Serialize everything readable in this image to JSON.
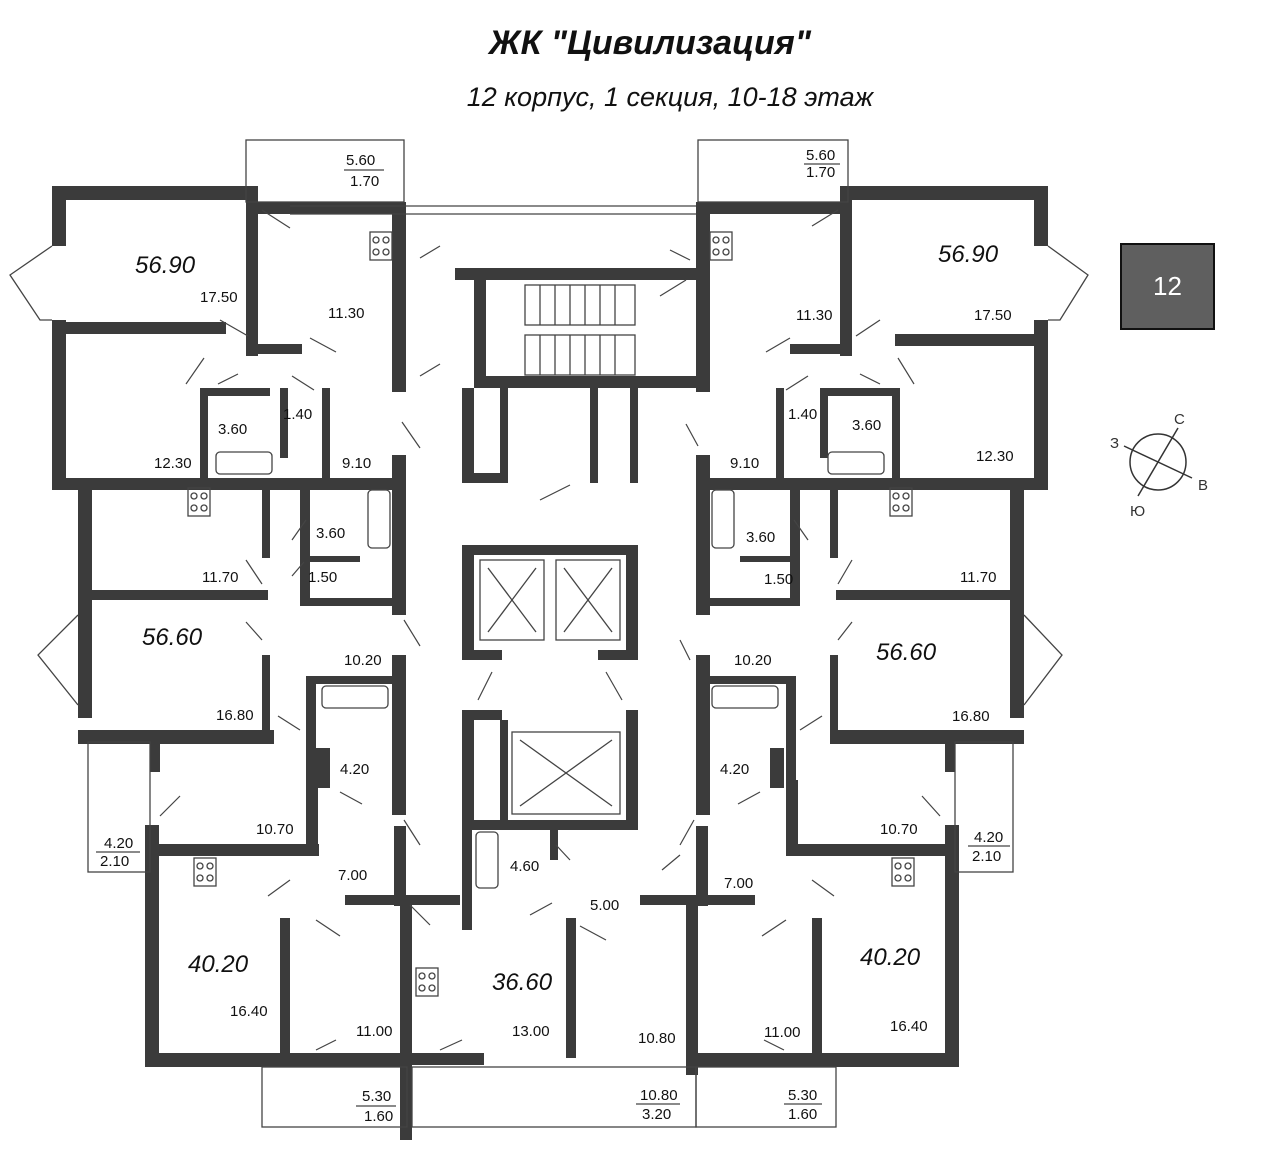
{
  "header": {
    "title": "ЖК \"Цивилизация\"",
    "subtitle": "12 корпус, 1 секция, 10-18 этаж"
  },
  "building_badge": "12",
  "compass": {
    "n": "С",
    "s": "Ю",
    "e": "В",
    "w": "З"
  },
  "apartments": [
    {
      "id": "apt-nw",
      "total": "56.90"
    },
    {
      "id": "apt-ne",
      "total": "56.90"
    },
    {
      "id": "apt-w",
      "total": "56.60"
    },
    {
      "id": "apt-e",
      "total": "56.60"
    },
    {
      "id": "apt-sw",
      "total": "40.20"
    },
    {
      "id": "apt-se",
      "total": "40.20"
    },
    {
      "id": "apt-s",
      "total": "36.60"
    }
  ],
  "rooms": {
    "nw_living": "17.50",
    "nw_kitchen": "11.30",
    "nw_bedroom": "12.30",
    "nw_bath": "3.60",
    "nw_wc": "1.40",
    "nw_hall": "9.10",
    "nw_balcony_total": "5.60",
    "nw_balcony_area": "1.70",
    "ne_living": "17.50",
    "ne_kitchen": "11.30",
    "ne_bedroom": "12.30",
    "ne_bath": "3.60",
    "ne_wc": "1.40",
    "ne_hall": "9.10",
    "ne_balcony_total": "5.60",
    "ne_balcony_area": "1.70",
    "w_kitchen": "11.70",
    "w_bath": "3.60",
    "w_wc": "1.50",
    "w_hall": "10.20",
    "w_living": "16.80",
    "w_bath2": "4.20",
    "w_bedroom": "10.70",
    "w_balcony_total": "4.20",
    "w_balcony_area": "2.10",
    "e_kitchen": "11.70",
    "e_bath": "3.60",
    "e_wc": "1.50",
    "e_hall": "10.20",
    "e_living": "16.80",
    "e_bath2": "4.20",
    "e_bedroom": "10.70",
    "e_balcony_total": "4.20",
    "e_balcony_area": "2.10",
    "sw_hall": "7.00",
    "sw_living": "16.40",
    "sw_kitchen": "11.00",
    "sw_balcony_total": "5.30",
    "sw_balcony_area": "1.60",
    "se_hall": "7.00",
    "se_living": "16.40",
    "se_kitchen": "11.00",
    "se_balcony_total": "5.30",
    "se_balcony_area": "1.60",
    "s_bath": "4.60",
    "s_hall": "5.00",
    "s_living": "13.00",
    "s_kitchen": "10.80",
    "s_balcony_total": "10.80",
    "s_balcony_area": "3.20"
  }
}
